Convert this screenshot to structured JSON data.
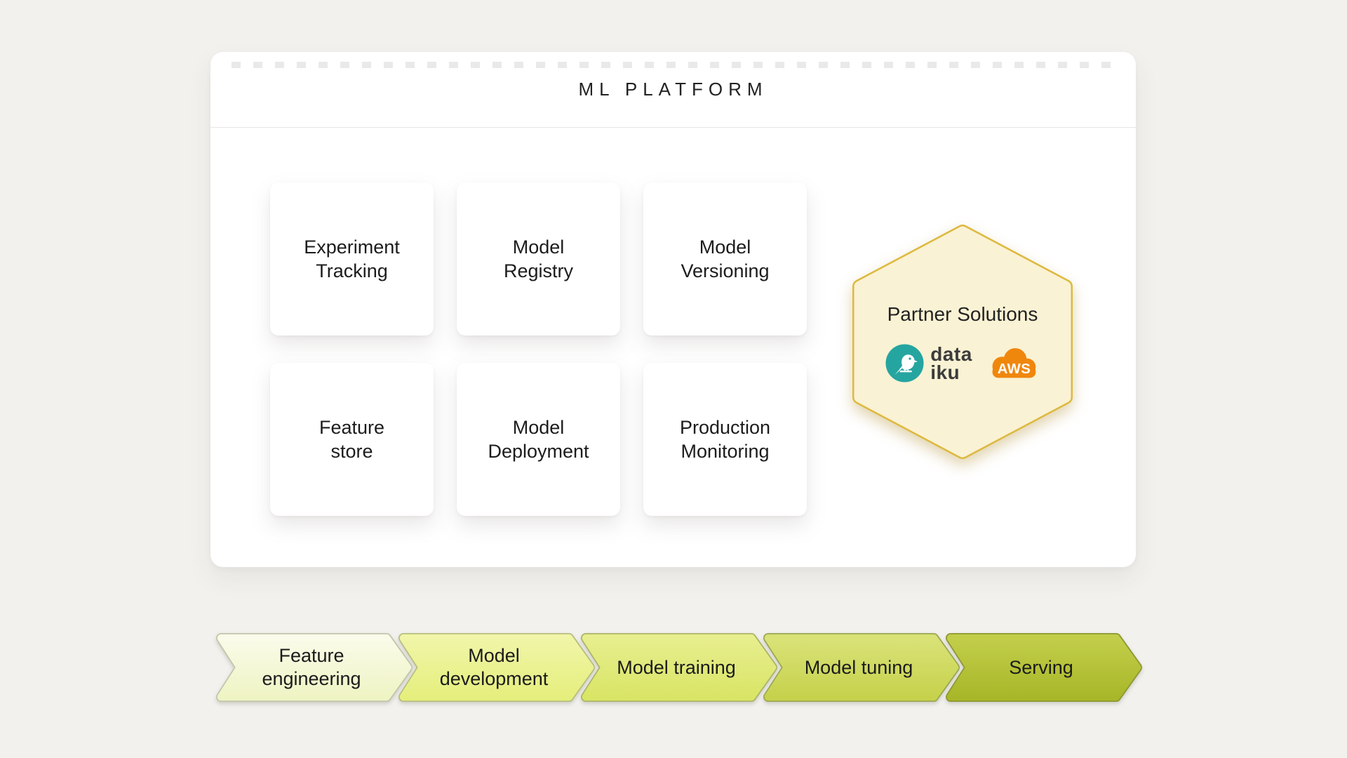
{
  "page": {
    "background": "#F2F1EE"
  },
  "platform_panel": {
    "title": "ML PLATFORM",
    "components": [
      {
        "label": "Experiment\nTracking"
      },
      {
        "label": "Model\nRegistry"
      },
      {
        "label": "Model\nVersioning"
      },
      {
        "label": "Feature\nstore"
      },
      {
        "label": "Model\nDeployment"
      },
      {
        "label": "Production\nMonitoring"
      }
    ]
  },
  "partner_hexagon": {
    "title": "Partner Solutions",
    "fill": "#FAF2D4",
    "border": "#DDB93F",
    "partners": [
      {
        "name": "dataiku",
        "wordmark": "data\niku",
        "brand_color": "#25A5A0",
        "text_color": "#3C3C3C"
      },
      {
        "name": "AWS",
        "wordmark": "AWS",
        "brand_color": "#F0870D",
        "text_color": "#FFFFFF"
      }
    ]
  },
  "flow": {
    "stages": [
      {
        "label": "Feature\nengineering",
        "fill_top": "#FAFBE9",
        "fill_bottom": "#EFF4C4",
        "border": "#C2C6AC"
      },
      {
        "label": "Model\ndevelopment",
        "fill_top": "#F0F5A8",
        "fill_bottom": "#E5EF7D",
        "border": "#B8BE7E"
      },
      {
        "label": "Model training",
        "fill_top": "#E7EE8E",
        "fill_bottom": "#D9E566",
        "border": "#ACB468"
      },
      {
        "label": "Model tuning",
        "fill_top": "#D9E277",
        "fill_bottom": "#C6D24C",
        "border": "#9CA751"
      },
      {
        "label": "Serving",
        "fill_top": "#C2CE4A",
        "fill_bottom": "#A8B729",
        "border": "#8D982F"
      }
    ]
  }
}
